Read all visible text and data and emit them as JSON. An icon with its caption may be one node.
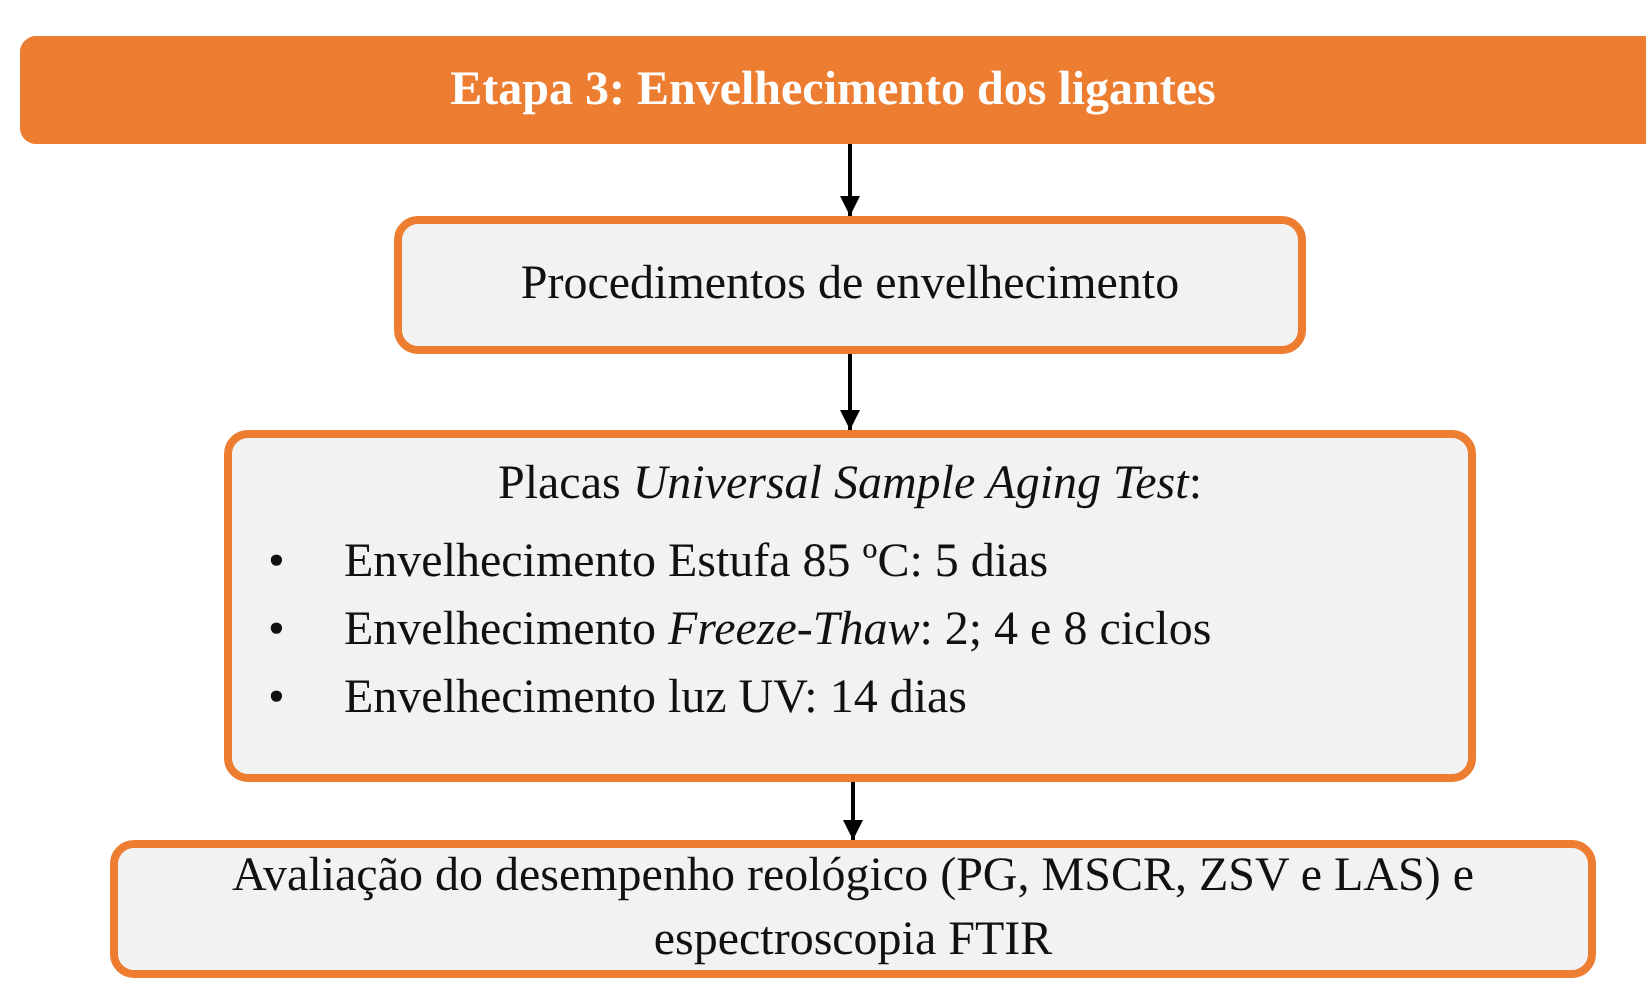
{
  "diagram": {
    "nodes": [
      {
        "text": [
          "Etapa 3: Envelhecimento dos ligantes"
        ]
      },
      {
        "text": [
          "Procedimentos de envelhecimento"
        ]
      },
      {
        "text": [
          "Placas *Universal Sample Aging Test*:",
          "Envelhecimento Estufa 85 ºC: 5 dias",
          "Envelhecimento *Freeze-Thaw*: 2; 4 e 8 ciclos",
          "Envelhecimento luz UV: 14 dias"
        ]
      },
      {
        "text": [
          "Avaliação do desempenho reológico (PG, MSCR, ZSV e LAS) e espectroscopia FTIR"
        ]
      }
    ],
    "edges": [
      {
        "from": 0,
        "to": 1,
        "arrow": "to"
      },
      {
        "from": 1,
        "to": 2,
        "arrow": "to"
      },
      {
        "from": 2,
        "to": 3,
        "arrow": "to"
      }
    ],
    "labels": [
      "•",
      "•",
      "•"
    ]
  }
}
